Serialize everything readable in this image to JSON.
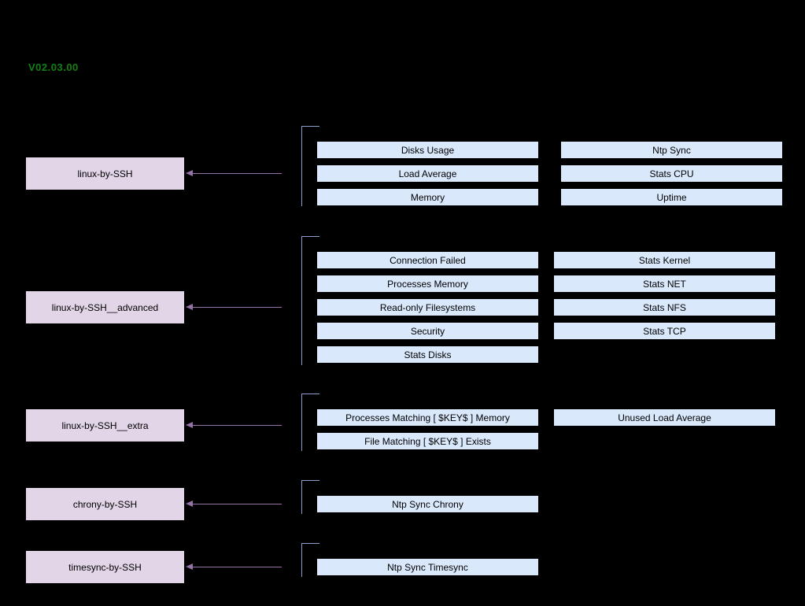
{
  "version_label": "V02.03.00",
  "colors": {
    "background": "#000000",
    "template_fill": "#e1d5e7",
    "item_fill": "#dae8fc",
    "arrow": "#9673a6",
    "bracket": "#8f9fcc",
    "version_text": "#138013"
  },
  "groups": [
    {
      "template": "linux-by-SSH",
      "items_col1": [
        "Disks Usage",
        "Load Average",
        "Memory"
      ],
      "items_col2": [
        "Ntp Sync",
        "Stats CPU",
        "Uptime"
      ]
    },
    {
      "template": "linux-by-SSH__advanced",
      "items_col1": [
        "Connection Failed",
        "Processes Memory",
        "Read-only Filesystems",
        "Security",
        "Stats Disks"
      ],
      "items_col2": [
        "Stats Kernel",
        "Stats NET",
        "Stats NFS",
        "Stats TCP"
      ]
    },
    {
      "template": "linux-by-SSH__extra",
      "items_col1": [
        "Processes Matching [ $KEY$ ] Memory",
        "File Matching [ $KEY$ ] Exists"
      ],
      "items_col2": [
        "Unused Load Average"
      ]
    },
    {
      "template": "chrony-by-SSH",
      "items_col1": [
        "Ntp Sync Chrony"
      ],
      "items_col2": []
    },
    {
      "template": "timesync-by-SSH",
      "items_col1": [
        "Ntp Sync Timesync"
      ],
      "items_col2": []
    }
  ]
}
